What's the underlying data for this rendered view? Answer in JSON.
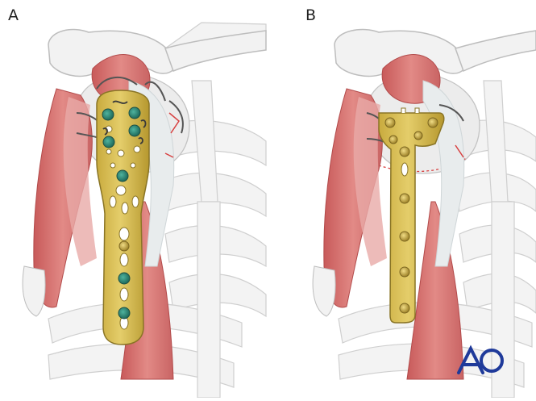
{
  "panels": [
    {
      "id": "A",
      "label": "A"
    },
    {
      "id": "B",
      "label": "B"
    }
  ],
  "logo": {
    "text": "AO"
  },
  "colors": {
    "bone": "#f1f1f1",
    "bone_outline": "#c8c8c8",
    "muscle": "#d67474",
    "muscle_light": "#eba3a1",
    "tendon": "#e6e9ea",
    "plate": "#d6bb50",
    "plate_outline": "#8a7526",
    "screw_locking": "#2e8a78",
    "suture": "#555555",
    "fracture_line": "#d84040",
    "logo": "#1f3a9a"
  }
}
